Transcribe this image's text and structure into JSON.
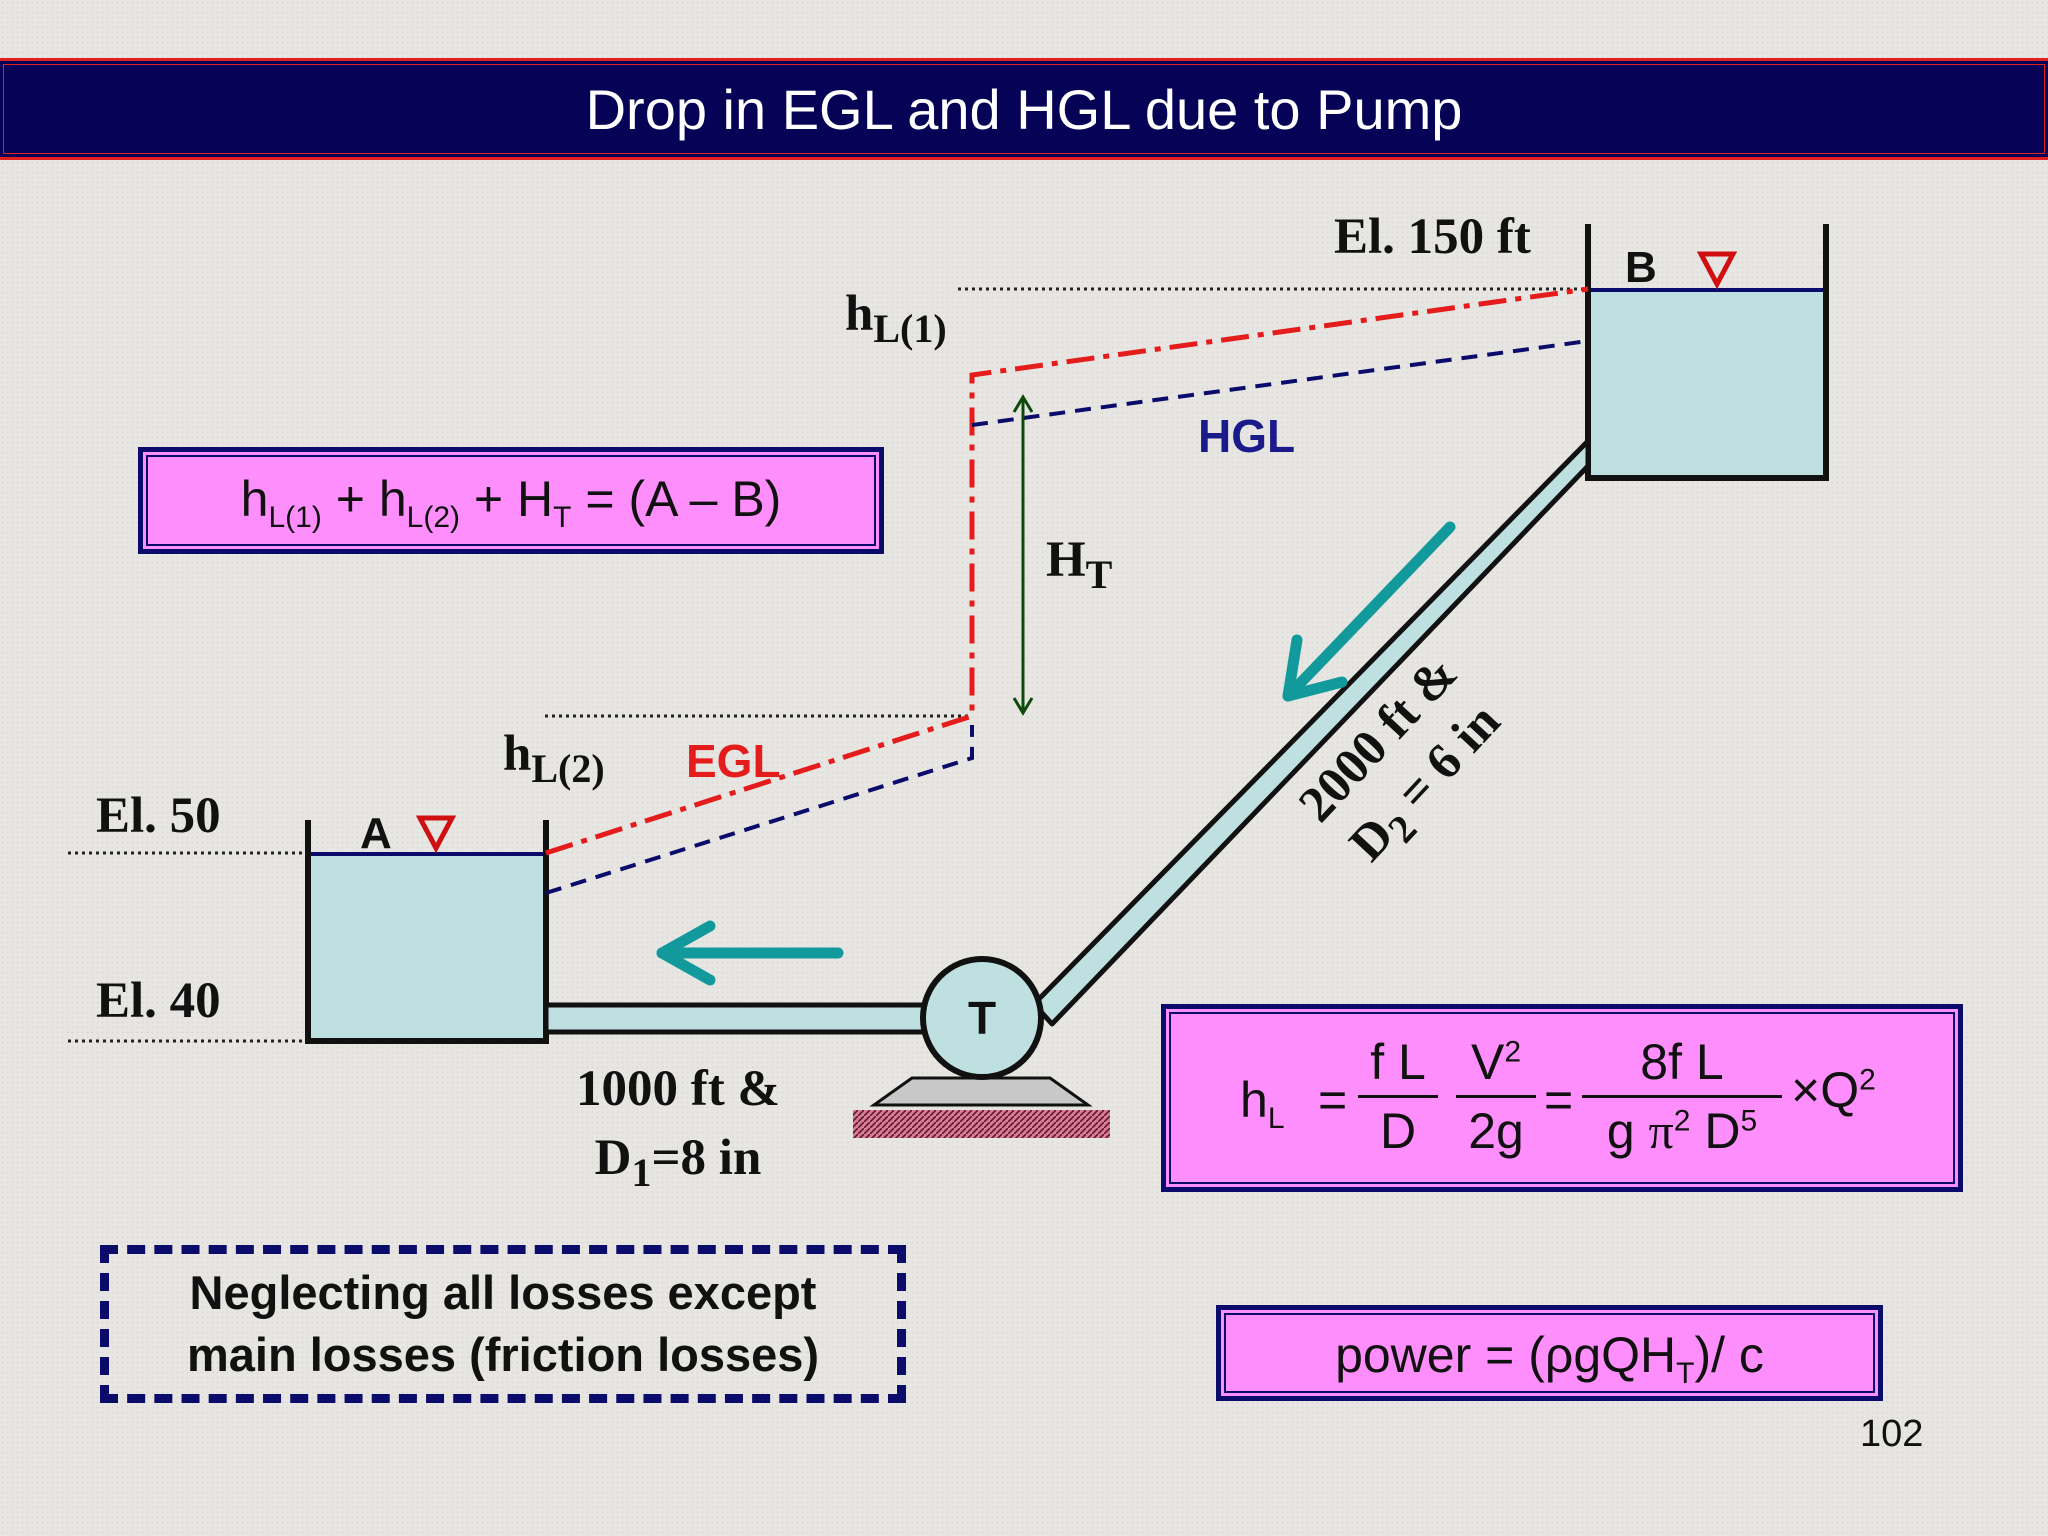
{
  "title": "Drop in EGL and HGL due to Pump",
  "labels": {
    "el_150": "El. 150 ft",
    "el_50": "El. 50",
    "el_40": "El. 40",
    "reservoir_a": "A",
    "reservoir_b": "B",
    "turbine": "T",
    "hgl": "HGL",
    "egl": "EGL",
    "hl1_main": "h",
    "hl1_sub": "L(1)",
    "hl2_main": "h",
    "hl2_sub": "L(2)",
    "ht_main": "H",
    "ht_sub": "T",
    "pipe1_line1": "1000 ft &",
    "pipe1_line2_main": "D",
    "pipe1_line2_sub": "1",
    "pipe1_line2_rest": "=8 in",
    "pipe2_line1": "2000 ft &",
    "pipe2_line2_main": "D",
    "pipe2_line2_sub": "2",
    "pipe2_line2_rest": " = 6 in"
  },
  "equations": {
    "energy": {
      "h1": "h",
      "h1_sub": "L(1)",
      "plus1": "+",
      "h2": "h",
      "h2_sub": "L(2)",
      "plus2": "+",
      "ht": "H",
      "ht_sub": "T",
      "eq": "=",
      "rhs": "(A – B)"
    },
    "headloss": {
      "lhs": "h",
      "lhs_sub": "L",
      "eq1": "=",
      "f1_num": "f L",
      "f1_den": "D",
      "f2_num": "V",
      "f2_num_sup": "2",
      "f2_den": "2g",
      "eq2": "=",
      "f3_num": "8f  L",
      "f3_den_g": "g",
      "f3_den_pi": "π",
      "f3_den_pi_sup": "2",
      "f3_den_d": "D",
      "f3_den_d_sup": "5",
      "times": "×Q",
      "times_sup": "2"
    },
    "power": {
      "lhs": "power",
      "eq": "=",
      "rhs": "(ρgQH",
      "rhs_sub": "T",
      "rhs_end": ")/ c"
    }
  },
  "note": {
    "line1": "Neglecting all losses except",
    "line2": "main losses (friction losses)"
  },
  "page_number": "102",
  "colors": {
    "title_bg": "#060357",
    "title_border": "#e02020",
    "water": "#bfe0e0",
    "egl": "#e51c1c",
    "hgl": "#0b0b6b",
    "arrow": "#12999c",
    "ht_arrow": "#0b4a0b",
    "eq_box": "#fd8efb"
  }
}
